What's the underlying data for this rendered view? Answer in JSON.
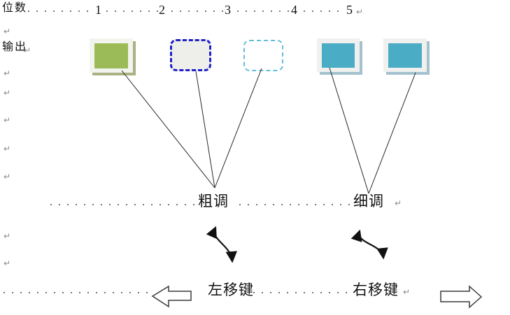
{
  "document": {
    "background": "#ffffff",
    "paragraph_mark": "↵",
    "dot_color": "#757575"
  },
  "digits_row": {
    "label": "位数",
    "digits": [
      "1",
      "2",
      "3",
      "4",
      "5"
    ]
  },
  "output_row": {
    "label": "输出"
  },
  "boxes": [
    {
      "name": "box-1",
      "style": "solid",
      "fill": "#9BBB59",
      "frame": "#F4F4EF",
      "shadow": "#AAB284",
      "border_width": 0
    },
    {
      "name": "box-2",
      "style": "dashed",
      "fill": "#EEEEEA",
      "border": "#2020CC",
      "border_width": 3
    },
    {
      "name": "box-3",
      "style": "dashed",
      "fill": "#FFFFFF",
      "border": "#66BDD9",
      "border_width": 2
    },
    {
      "name": "box-4",
      "style": "solid",
      "fill": "#4BACC6",
      "frame": "#F0F0EE",
      "shadow": "#A3C2CE",
      "border_width": 0
    },
    {
      "name": "box-5",
      "style": "solid",
      "fill": "#4BACC6",
      "frame": "#F0F0EE",
      "shadow": "#A3C2CE",
      "border_width": 0
    }
  ],
  "annotations": {
    "coarse_label": "粗调",
    "fine_label": "细调",
    "left_key_label": "左移键",
    "right_key_label": "右移键"
  }
}
